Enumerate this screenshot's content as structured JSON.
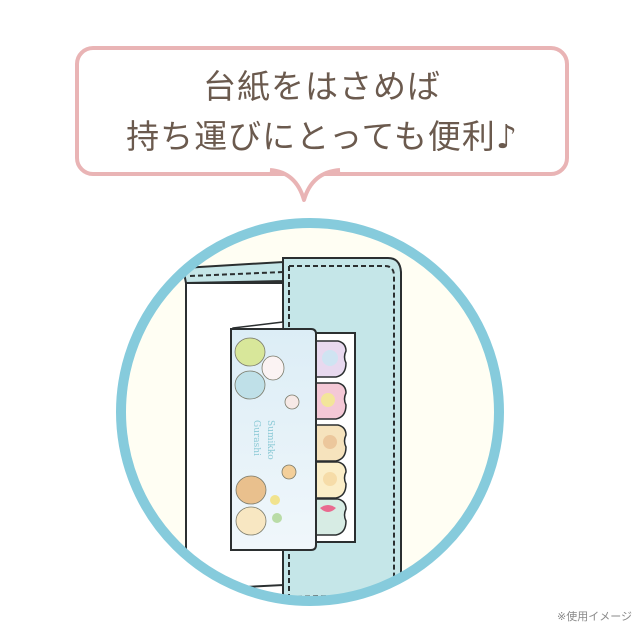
{
  "bubble": {
    "line1": "台紙をはさめば",
    "line2": "持ち運びにとっても便利♪",
    "border_color": "#e9b4b5",
    "text_color": "#6b5a4e"
  },
  "illustration": {
    "description": "Notebook cover with a sticky-note card tucked inside",
    "circle_border_color": "#86cbdc",
    "circle_fill_color": "#fffef3",
    "cover_color": "#c5e6e8",
    "card_color": "#e4f2f9",
    "tabs": [
      {
        "name": "tab-1",
        "color": "#e8d9ef"
      },
      {
        "name": "tab-2",
        "color": "#f4c8d6"
      },
      {
        "name": "tab-3",
        "color": "#f6e3bd"
      },
      {
        "name": "tab-4",
        "color": "#fbeec8"
      },
      {
        "name": "tab-5",
        "color": "#d7ece4"
      }
    ]
  },
  "caption": "※使用イメージ"
}
